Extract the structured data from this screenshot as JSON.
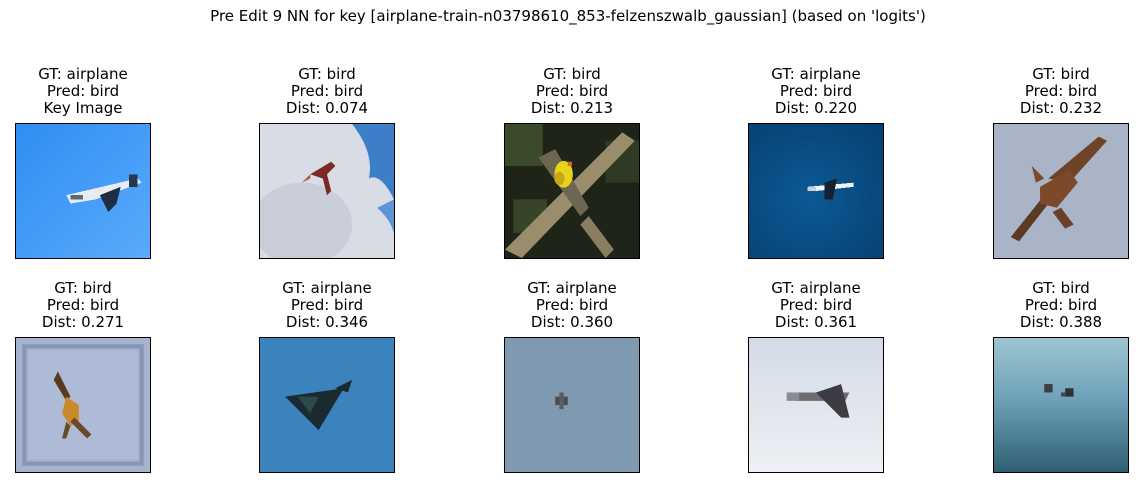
{
  "figure": {
    "title": "Pre Edit 9 NN for key [airplane-train-n03798610_853-felzenszwalb_gaussian] (based on 'logits')"
  },
  "panels": [
    {
      "gt": "GT: airplane",
      "pred": "Pred: bird",
      "info": "Key Image",
      "subject": "airplane-blue-sky-icon"
    },
    {
      "gt": "GT: bird",
      "pred": "Pred: bird",
      "info": "Dist: 0.074",
      "subject": "bird-cloud-icon"
    },
    {
      "gt": "GT: bird",
      "pred": "Pred: bird",
      "info": "Dist: 0.213",
      "subject": "yellow-bird-branch-icon"
    },
    {
      "gt": "GT: airplane",
      "pred": "Pred: bird",
      "info": "Dist: 0.220",
      "subject": "airplane-dark-blue-icon"
    },
    {
      "gt": "GT: bird",
      "pred": "Pred: bird",
      "info": "Dist: 0.232",
      "subject": "hawk-gray-sky-icon"
    },
    {
      "gt": "GT: bird",
      "pred": "Pred: bird",
      "info": "Dist: 0.271",
      "subject": "bird-framed-sky-icon"
    },
    {
      "gt": "GT: airplane",
      "pred": "Pred: bird",
      "info": "Dist: 0.346",
      "subject": "delta-jet-blue-icon"
    },
    {
      "gt": "GT: airplane",
      "pred": "Pred: bird",
      "info": "Dist: 0.360",
      "subject": "tiny-plane-gray-sky-icon"
    },
    {
      "gt": "GT: airplane",
      "pred": "Pred: bird",
      "info": "Dist: 0.361",
      "subject": "airplane-white-sky-icon"
    },
    {
      "gt": "GT: bird",
      "pred": "Pred: bird",
      "info": "Dist: 0.388",
      "subject": "birds-over-water-icon"
    }
  ]
}
